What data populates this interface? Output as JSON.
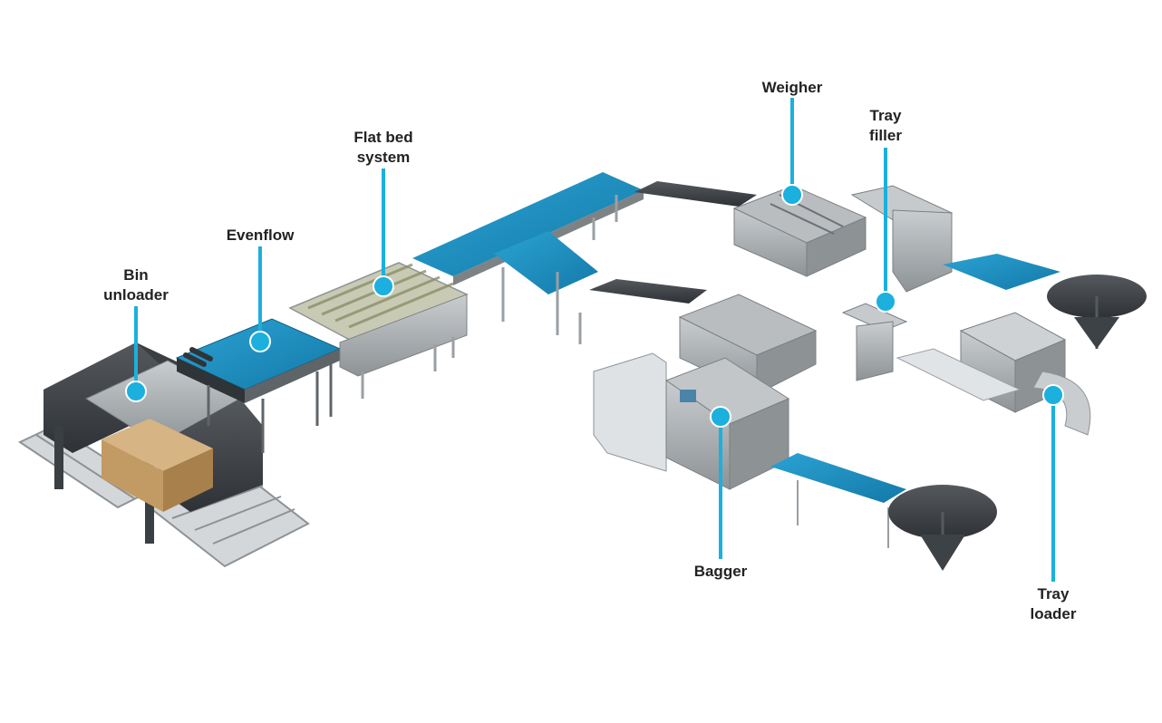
{
  "diagram": {
    "accent_color": "#1bb0de",
    "belt_color": "#1a8fbf",
    "steel_color": "#9a9fa3",
    "dark_color": "#3d4246",
    "labels": {
      "bin_unloader": {
        "line1": "Bin",
        "line2": "unloader"
      },
      "evenflow": {
        "line1": "Evenflow"
      },
      "flat_bed": {
        "line1": "Flat bed",
        "line2": "system"
      },
      "weigher": {
        "line1": "Weigher"
      },
      "tray_filler": {
        "line1": "Tray",
        "line2": "filler"
      },
      "bagger": {
        "line1": "Bagger"
      },
      "tray_loader": {
        "line1": "Tray",
        "line2": "loader"
      }
    }
  }
}
